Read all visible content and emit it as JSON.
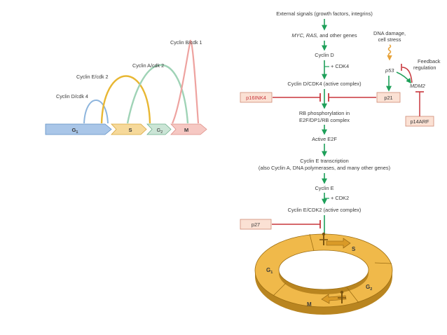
{
  "cycle_timeline": {
    "phases": [
      {
        "label": "G",
        "sub": "1",
        "color": "#a9c6e8",
        "stroke": "#5f8fc4"
      },
      {
        "label": "S",
        "sub": "",
        "color": "#f6d99a",
        "stroke": "#d9a63a"
      },
      {
        "label": "G",
        "sub": "2",
        "color": "#cbe5d6",
        "stroke": "#6cb08b"
      },
      {
        "label": "M",
        "sub": "",
        "color": "#f6c8c3",
        "stroke": "#dd8d86"
      }
    ],
    "arcs": [
      {
        "label": "Cyclin D/cdk 4",
        "color": "#8db5dd"
      },
      {
        "label": "Cyclin E/cdk 2",
        "color": "#e8b733"
      },
      {
        "label": "Cyclin A/cdk 2",
        "color": "#9fd3b6"
      },
      {
        "label": "Cyclin B/cdk 1",
        "color": "#eea3a0"
      }
    ]
  },
  "pathway": {
    "external_signals": "External signals (growth factors, integrins)",
    "myc_ras_italic": "MYC, RAS,",
    "myc_ras_rest": " and other genes",
    "cyclin_d": "Cyclin D",
    "plus_cdk4": "+ CDK4",
    "complex_d": "Cyclin D/CDK4 (active complex)",
    "rb_line1": "RB phosphorylation in",
    "rb_line2": "E2F/DP1/RB complex",
    "active_e2f": "Active E2F",
    "transcription_line1": "Cyclin E transcription",
    "transcription_line2": "(also Cyclin A, DNA polymerases, and many other genes)",
    "cyclin_e": "Cyclin E",
    "plus_cdk2": "+ CDK2",
    "complex_e": "Cyclin E/CDK2 (active complex)",
    "dna_damage_line1": "DNA damage,",
    "dna_damage_line2": "cell stress",
    "p53": "p53",
    "mdm2": "MDM2",
    "feedback_line1": "Feedback",
    "feedback_line2": "regulation",
    "box_p16": "p16INK4",
    "box_p21": "p21",
    "box_p14": "p14ARF",
    "box_p27": "p27"
  },
  "ring": {
    "labels": {
      "s": "S",
      "g1_main": "G",
      "g1_sub": "1",
      "g2_main": "G",
      "g2_sub": "2",
      "m": "M"
    }
  },
  "colors": {
    "green_arrow": "#1fa05a",
    "inhibitor_red": "#c8363c",
    "box_fill": "#fbe1d4",
    "box_stroke": "#cf8a74",
    "squiggle": "#e7a23a",
    "ring_top": "#f0b94a",
    "ring_side": "#b98520",
    "text": "#3a3a3a"
  }
}
